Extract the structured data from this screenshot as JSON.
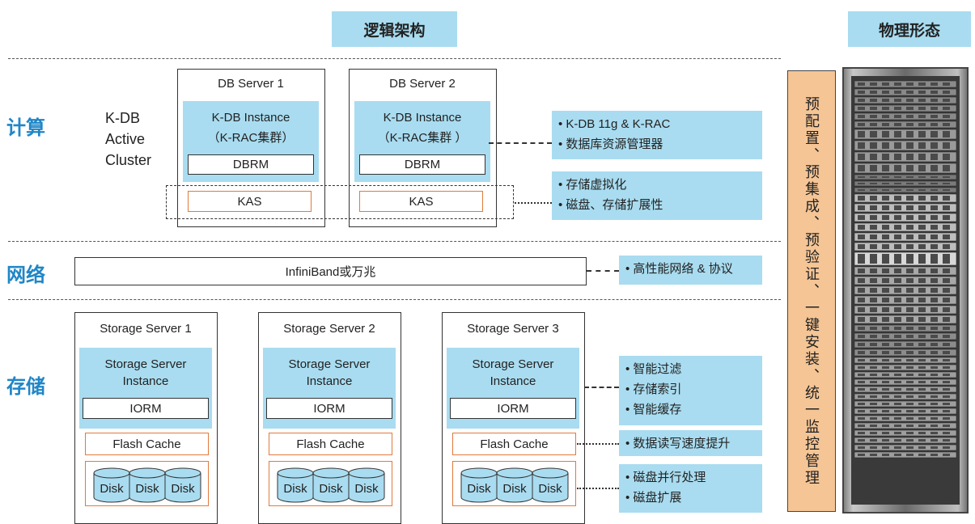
{
  "headers": {
    "logical": "逻辑架构",
    "physical": "物理形态"
  },
  "sections": {
    "compute": "计算",
    "network": "网络",
    "storage": "存储"
  },
  "cluster_label": {
    "line1": "K-DB",
    "line2": "Active",
    "line3": "Cluster"
  },
  "db_servers": [
    {
      "title": "DB Server 1",
      "inst1": "K-DB Instance",
      "inst2": "（K-RAC集群）",
      "dbrm": "DBRM",
      "kas": "KAS"
    },
    {
      "title": "DB Server 2",
      "inst1": "K-DB Instance",
      "inst2": "（K-RAC集群 ）",
      "dbrm": "DBRM",
      "kas": "KAS"
    }
  ],
  "notes": {
    "compute1": [
      "K-DB 11g & K-RAC",
      "数据库资源管理器"
    ],
    "compute2": [
      "存储虚拟化",
      "磁盘、存储扩展性"
    ],
    "network": [
      "高性能网络 & 协议"
    ],
    "storage1": [
      "智能过滤",
      "存储索引",
      "智能缓存"
    ],
    "storage2": [
      "数据读写速度提升"
    ],
    "storage3": [
      "磁盘并行处理",
      "磁盘扩展"
    ]
  },
  "network_bar": "InfiniBand或万兆",
  "storage_servers": [
    {
      "title": "Storage Server 1",
      "inst1": "Storage Server",
      "inst2": "Instance",
      "iorm": "IORM",
      "cache": "Flash Cache",
      "disks": [
        "Disk",
        "Disk",
        "Disk"
      ]
    },
    {
      "title": "Storage Server 2",
      "inst1": "Storage Server",
      "inst2": "Instance",
      "iorm": "IORM",
      "cache": "Flash Cache",
      "disks": [
        "Disk",
        "Disk",
        "Disk"
      ]
    },
    {
      "title": "Storage Server 3",
      "inst1": "Storage Server",
      "inst2": "Instance",
      "iorm": "IORM",
      "cache": "Flash Cache",
      "disks": [
        "Disk",
        "Disk",
        "Disk"
      ]
    }
  ],
  "physical_text": "预配置、预集成、预验证、一键安装、统一监控管理",
  "colors": {
    "section": "#1f86c7",
    "header_bg": "#a9dcf0",
    "instance_bg": "#a9dcf0",
    "kas_border": "#e07a3c",
    "physical_bg": "#f5c595"
  }
}
